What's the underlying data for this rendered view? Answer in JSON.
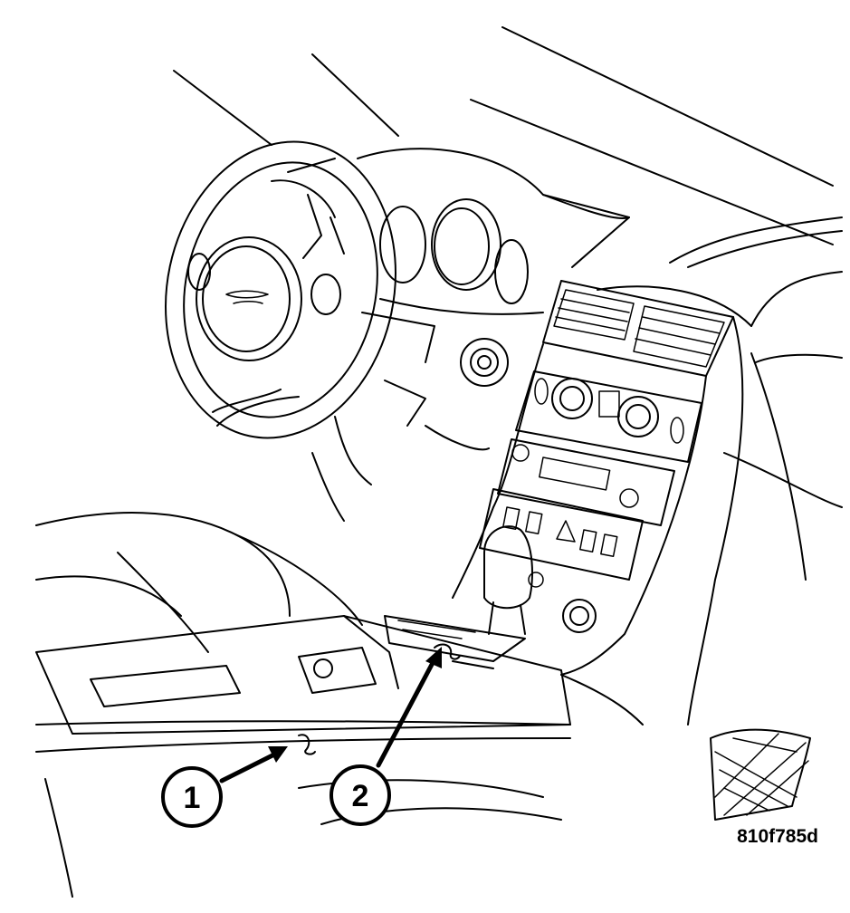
{
  "diagram": {
    "callouts": [
      {
        "id": "1",
        "label": "1"
      },
      {
        "id": "2",
        "label": "2"
      }
    ],
    "figure_code": "810f785d"
  },
  "colors": {
    "line": "#000000",
    "background": "#ffffff"
  }
}
